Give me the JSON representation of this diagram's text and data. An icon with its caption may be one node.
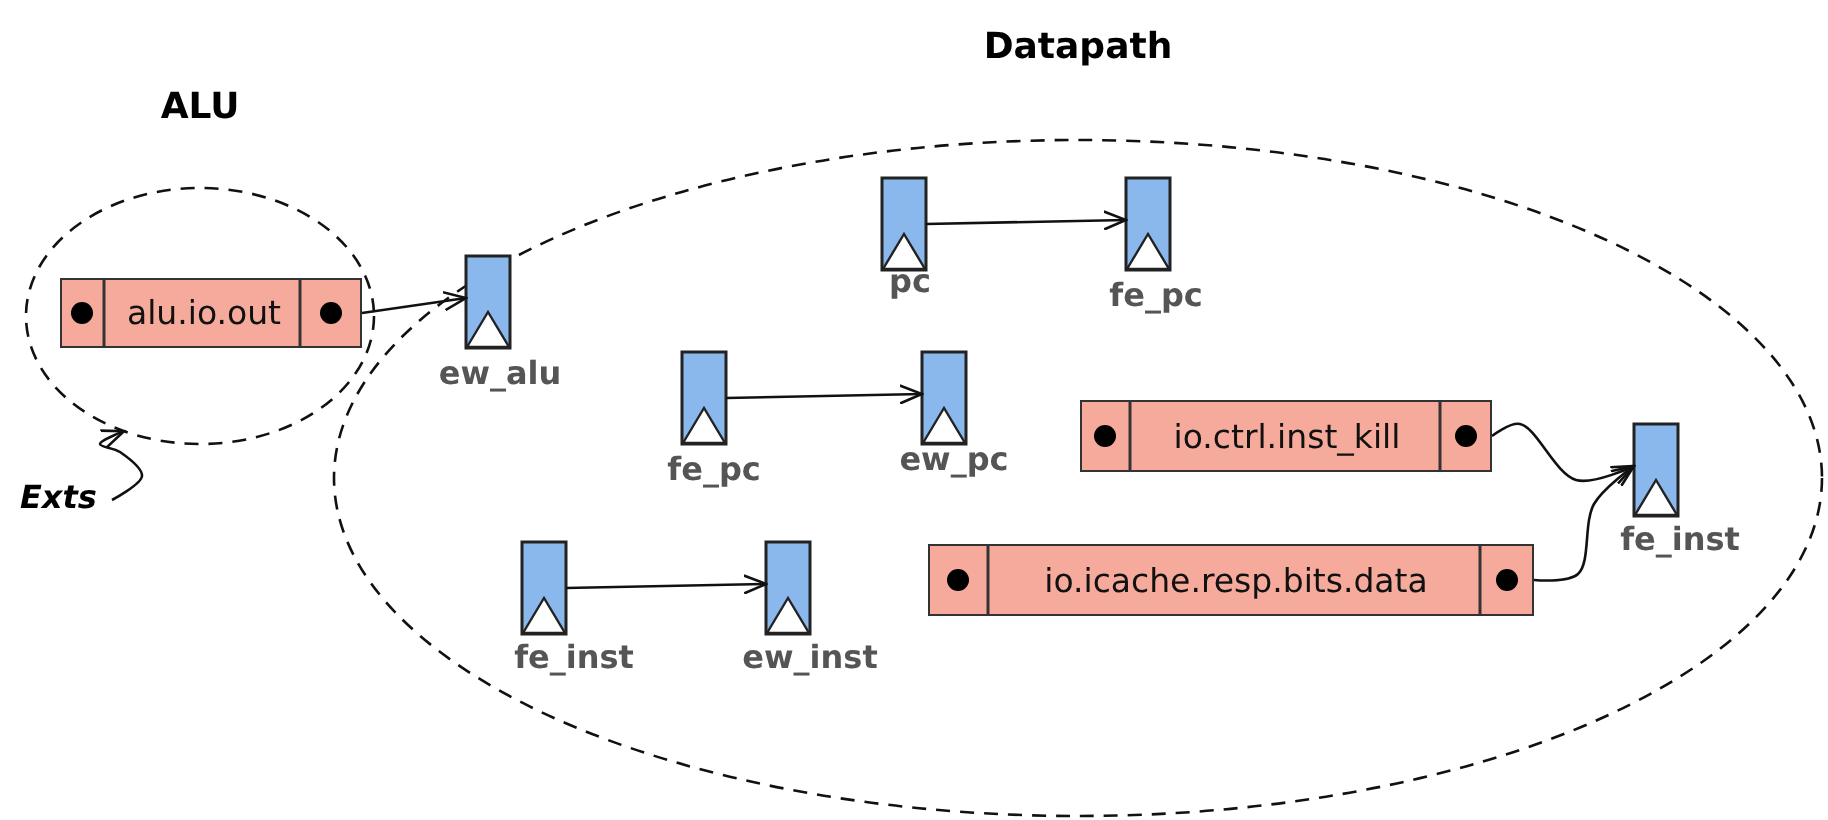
{
  "diagram": {
    "nodes": [
      {
        "text": [
          "ALU"
        ]
      },
      {
        "text": [
          "alu.io.out"
        ],
        "in": 0
      },
      {
        "text": [
          "Datapath"
        ]
      },
      {
        "text": [
          "ew_alu"
        ],
        "in": 2
      },
      {
        "text": [
          "pc"
        ],
        "in": 2
      },
      {
        "text": [
          "fe_pc"
        ],
        "in": 2
      },
      {
        "text": [
          "fe_pc"
        ],
        "in": 2
      },
      {
        "text": [
          "ew_pc"
        ],
        "in": 2
      },
      {
        "text": [
          "io.ctrl.inst_kill"
        ],
        "in": 2
      },
      {
        "text": [
          "fe_inst"
        ],
        "in": 2
      },
      {
        "text": [
          "fe_inst"
        ],
        "in": 2
      },
      {
        "text": [
          "io.icache.resp.bits.data"
        ],
        "in": 2
      },
      {
        "text": [
          "ew_inst"
        ],
        "in": 2
      },
      {
        "text": [
          "Exts"
        ]
      }
    ],
    "edges": [
      {
        "from": 1,
        "to": 3,
        "arrow": "to"
      },
      {
        "from": 4,
        "to": 5,
        "arrow": "to"
      },
      {
        "from": 6,
        "to": 7,
        "arrow": "to"
      },
      {
        "from": 8,
        "to": 9,
        "arrow": "to"
      },
      {
        "from": 11,
        "to": 9,
        "arrow": "to"
      },
      {
        "from": 10,
        "to": 12,
        "arrow": "to"
      },
      {
        "from": 13,
        "to": 0,
        "arrow": "to"
      }
    ]
  }
}
